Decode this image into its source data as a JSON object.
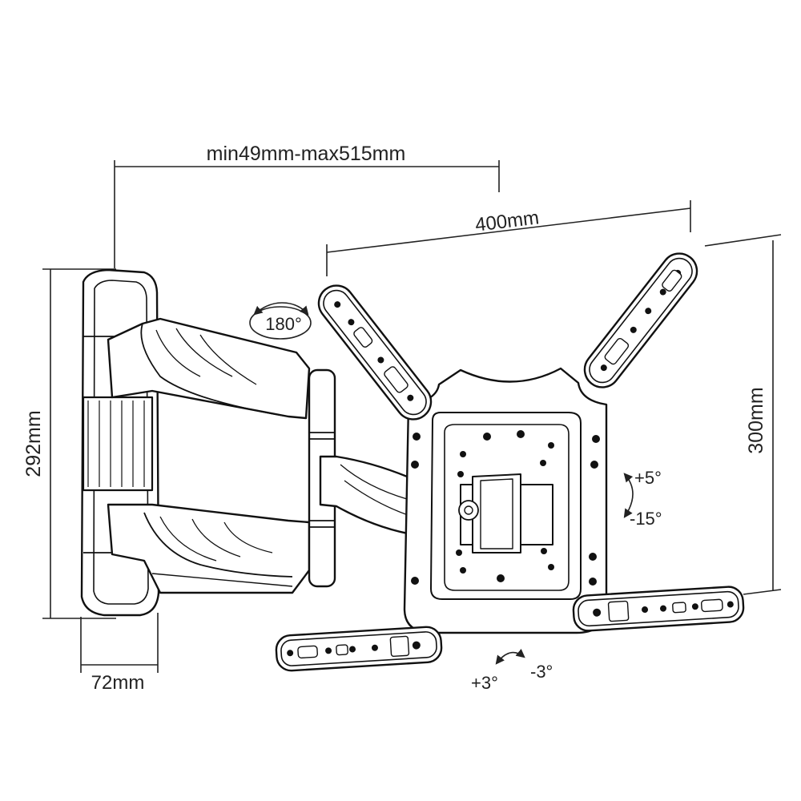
{
  "dimensions": {
    "extension": "min49mm-max515mm",
    "vesa_width": "400mm",
    "vesa_height": "300mm",
    "wall_plate_height": "292mm",
    "wall_plate_depth": "72mm"
  },
  "adjustments": {
    "swivel": "180°",
    "tilt_up": "+5°",
    "tilt_down": "-15°",
    "level_plus": "+3°",
    "level_minus": "-3°"
  }
}
